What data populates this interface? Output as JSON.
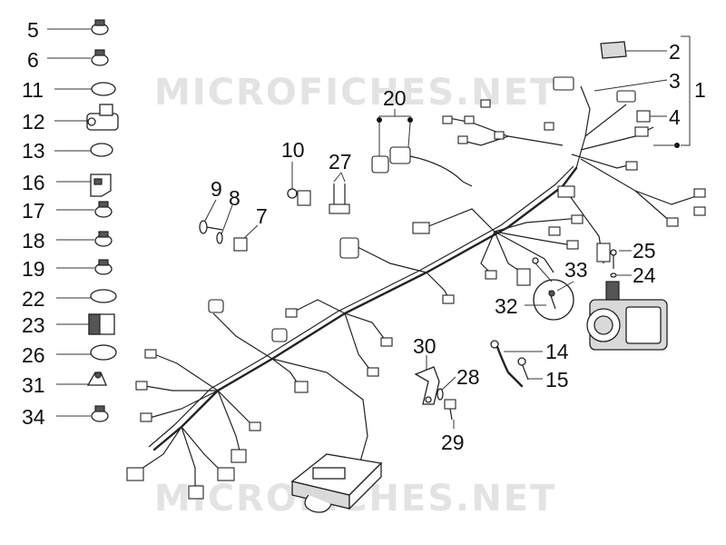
{
  "watermark": {
    "text": "MICROFICHES.NET"
  },
  "callouts": {
    "c1": "1",
    "c2": "2",
    "c3": "3",
    "c4": "4",
    "c5": "5",
    "c6": "6",
    "c7": "7",
    "c8": "8",
    "c9": "9",
    "c10": "10",
    "c11": "11",
    "c12": "12",
    "c13": "13",
    "c14": "14",
    "c15": "15",
    "c16": "16",
    "c17": "17",
    "c18": "18",
    "c19": "19",
    "c20": "20",
    "c22": "22",
    "c23": "23",
    "c24": "24",
    "c25": "25",
    "c26": "26",
    "c27": "27",
    "c28": "28",
    "c29": "29",
    "c30": "30",
    "c31": "31",
    "c32": "32",
    "c33": "33",
    "c34": "34"
  }
}
